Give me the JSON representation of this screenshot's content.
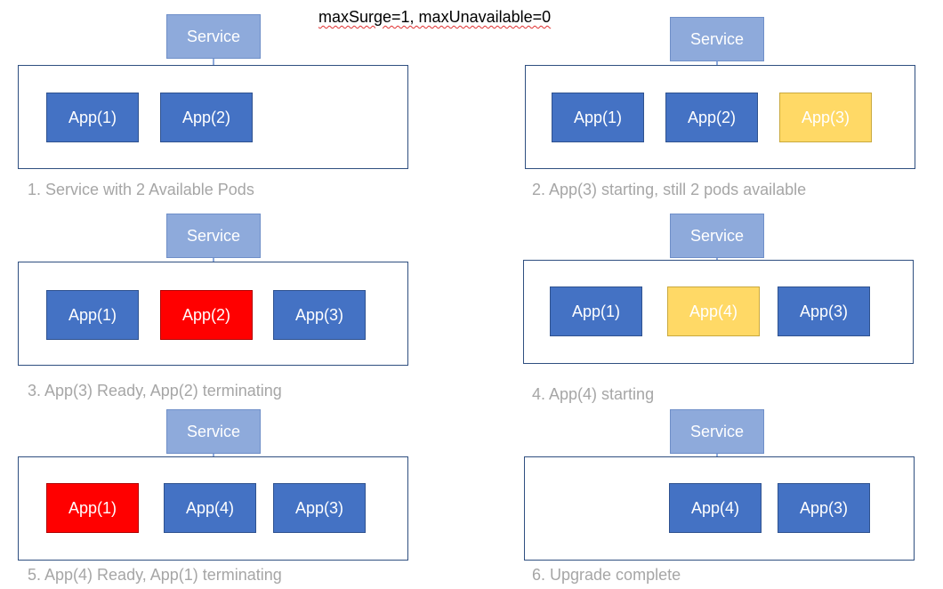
{
  "title": "maxSurge=1, maxUnavailable=0",
  "colors": {
    "service": "#8eaadb",
    "available": "#4472c4",
    "starting": "#ffd966",
    "terminating": "#ff0000",
    "caption": "#a6a6a6",
    "connector": "#4472c4"
  },
  "panels": [
    {
      "caption": "1. Service with 2 Available Pods",
      "service_label": "Service",
      "pods": [
        {
          "label": "App(1)",
          "state": "available"
        },
        {
          "label": "App(2)",
          "state": "available"
        }
      ]
    },
    {
      "caption": "2. App(3) starting, still 2 pods available",
      "service_label": "Service",
      "pods": [
        {
          "label": "App(1)",
          "state": "available"
        },
        {
          "label": "App(2)",
          "state": "available"
        },
        {
          "label": "App(3)",
          "state": "starting"
        }
      ]
    },
    {
      "caption": "3. App(3) Ready, App(2) terminating",
      "service_label": "Service",
      "pods": [
        {
          "label": "App(1)",
          "state": "available"
        },
        {
          "label": "App(2)",
          "state": "terminating"
        },
        {
          "label": "App(3)",
          "state": "available"
        }
      ]
    },
    {
      "caption": "4. App(4) starting",
      "service_label": "Service",
      "pods": [
        {
          "label": "App(1)",
          "state": "available"
        },
        {
          "label": "App(4)",
          "state": "starting"
        },
        {
          "label": "App(3)",
          "state": "available"
        }
      ]
    },
    {
      "caption": "5. App(4) Ready, App(1) terminating",
      "service_label": "Service",
      "pods": [
        {
          "label": "App(1)",
          "state": "terminating"
        },
        {
          "label": "App(4)",
          "state": "available"
        },
        {
          "label": "App(3)",
          "state": "available"
        }
      ]
    },
    {
      "caption": "6. Upgrade complete",
      "service_label": "Service",
      "pods": [
        {
          "label": "App(4)",
          "state": "available"
        },
        {
          "label": "App(3)",
          "state": "available"
        }
      ]
    }
  ]
}
